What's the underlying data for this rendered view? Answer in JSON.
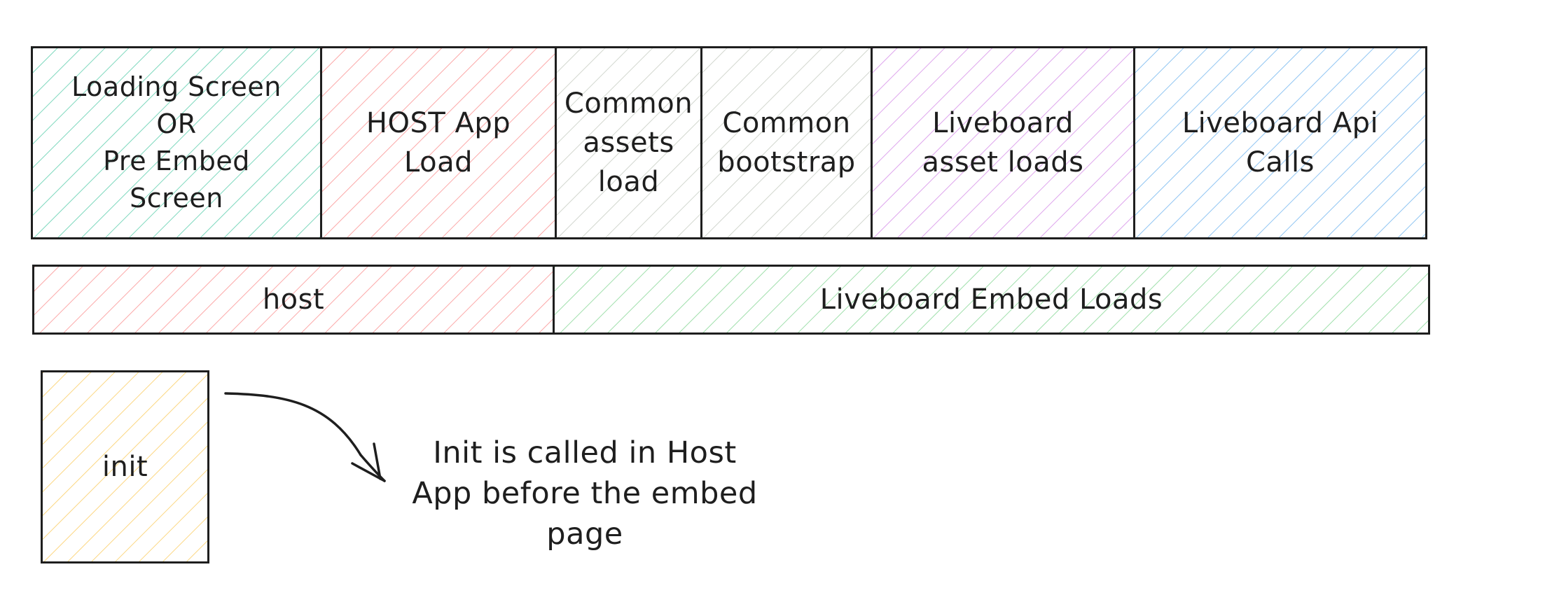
{
  "top_row": [
    {
      "id": "loading-screen",
      "label": "Loading Screen\nOR\nPre Embed\nScreen",
      "color": "#12b886"
    },
    {
      "id": "host-app-load",
      "label": "HOST App\nLoad",
      "color": "#fa5252"
    },
    {
      "id": "common-assets-load",
      "label": "Common\nassets\nload",
      "color": "#c4c4bc"
    },
    {
      "id": "common-bootstrap",
      "label": "Common\nbootstrap",
      "color": "#c4c4bc"
    },
    {
      "id": "liveboard-asset-loads",
      "label": "Liveboard\nasset loads",
      "color": "#be4bdb"
    },
    {
      "id": "liveboard-api-calls",
      "label": "Liveboard Api\nCalls",
      "color": "#228be6"
    }
  ],
  "middle_row": [
    {
      "id": "host",
      "label": "host",
      "color": "#fa5252"
    },
    {
      "id": "liveboard-embed-loads",
      "label": "Liveboard Embed Loads",
      "color": "#40c057"
    }
  ],
  "init_box": {
    "label": "init",
    "color": "#fab005"
  },
  "note": "Init is called in Host\nApp before the embed\npage"
}
